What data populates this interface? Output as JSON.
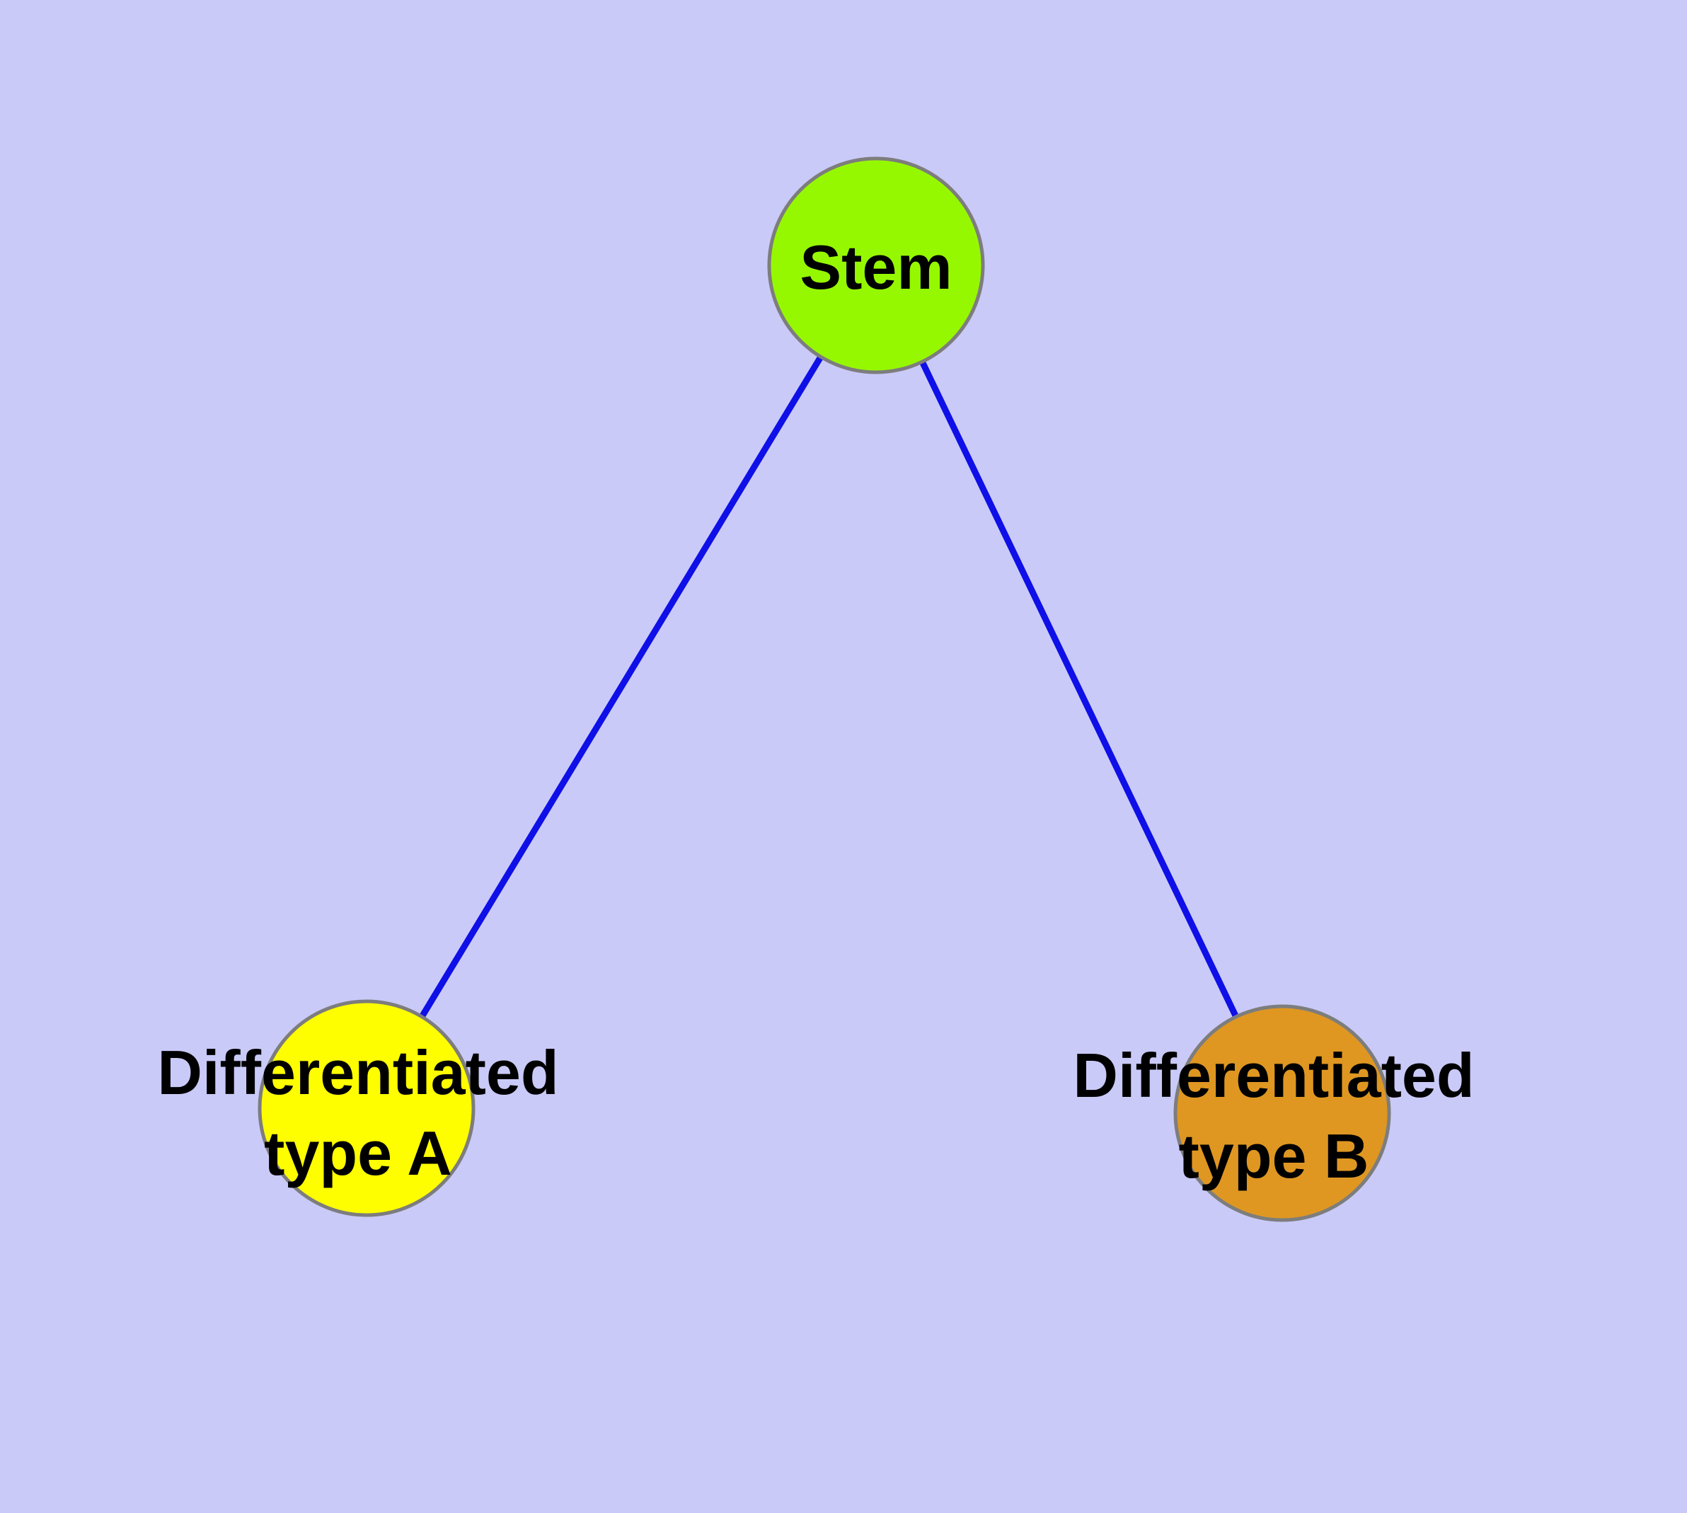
{
  "diagram": {
    "background_color": "#cacaf8",
    "edge_color": "#0f0fe8",
    "node_border_color": "#7d7d7d",
    "label_color": "#000000",
    "nodes": [
      {
        "id": "stem",
        "label": "Stem",
        "label_lines": [
          "Stem"
        ],
        "color": "#96f800"
      },
      {
        "id": "differentiated-type-a",
        "label": "Differentiated type A",
        "label_lines": [
          "Differentiated",
          "type A"
        ],
        "color": "#fefe00"
      },
      {
        "id": "differentiated-type-b",
        "label": "Differentiated type B",
        "label_lines": [
          "Differentiated",
          "type B"
        ],
        "color": "#df9722"
      }
    ],
    "edges": [
      {
        "from": "Stem",
        "to": "Differentiated type A"
      },
      {
        "from": "Stem",
        "to": "Differentiated type B"
      }
    ]
  }
}
